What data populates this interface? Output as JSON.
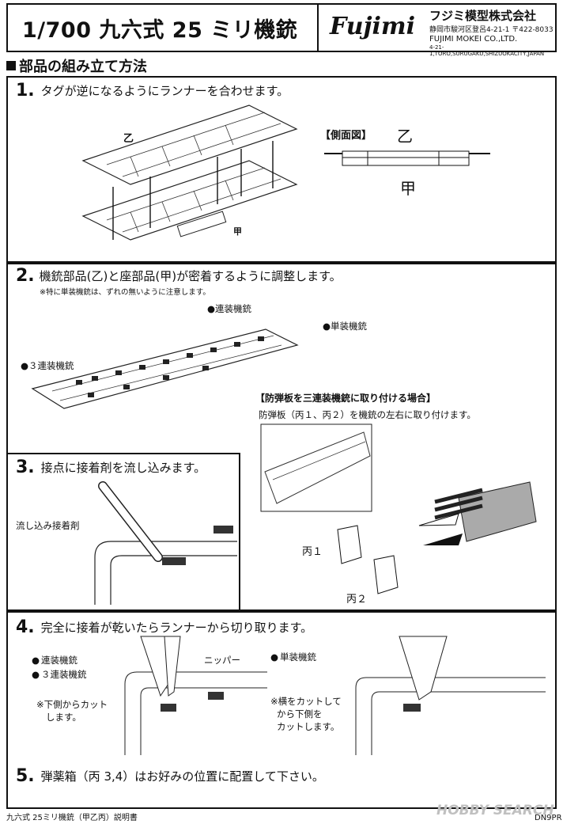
{
  "header": {
    "title": "1/700 九六式 25 ミリ機銃",
    "logo": "Fujimi",
    "company": "フジミ模型株式会社",
    "address_jp": "静岡市駿河区登呂4-21-1 〒422-8033",
    "company_en": "FUJIMI MOKEI CO.,LTD.",
    "address_en": "4-21-1,TORO,SURUGAKU,SHIZUOKACITY,JAPAN"
  },
  "section": {
    "title": "部品の組み立て方法"
  },
  "step1": {
    "num": "1.",
    "text": "タグが逆になるようにランナーを合わせます。",
    "label_otsu": "乙",
    "label_kou": "甲",
    "side_view_title": "【側面図】",
    "side_otsu": "乙",
    "side_kou": "甲"
  },
  "step2": {
    "num": "2.",
    "text": "機銃部品(乙)と座部品(甲)が密着するように調整します。",
    "note": "※特に単装機銃は、ずれの無いように注意します。",
    "label_rensou": "●連装機銃",
    "label_tansou": "●単装機銃",
    "label_3rensou": "●３連装機銃",
    "shield_title": "【防弾板を三連装機銃に取り付ける場合】",
    "shield_text": "防弾板（丙１、丙２）を機銃の左右に取り付けます。",
    "hei1": "丙１",
    "hei2": "丙２"
  },
  "step3": {
    "num": "3.",
    "text": "接点に接着剤を流し込みます。",
    "glue_label": "流し込み接着剤"
  },
  "step4": {
    "num": "4.",
    "text": "完全に接着が乾いたらランナーから切り取ります。",
    "b1": "連装機銃",
    "b2": "３連装機銃",
    "nipper": "ニッパー",
    "note_left_1": "※下側からカット",
    "note_left_2": "します。",
    "b3": "単装機銃",
    "note_right_1": "※横をカットして",
    "note_right_2": "から下側を",
    "note_right_3": "カットします。"
  },
  "step5": {
    "num": "5.",
    "text": "弾薬箱（丙 3,4）はお好みの位置に配置して下さい。"
  },
  "footer": {
    "left": "九六式 25ミリ機銃（甲乙丙）説明書",
    "watermark": "HOBBY SEARCH",
    "right": "DN9PR"
  }
}
